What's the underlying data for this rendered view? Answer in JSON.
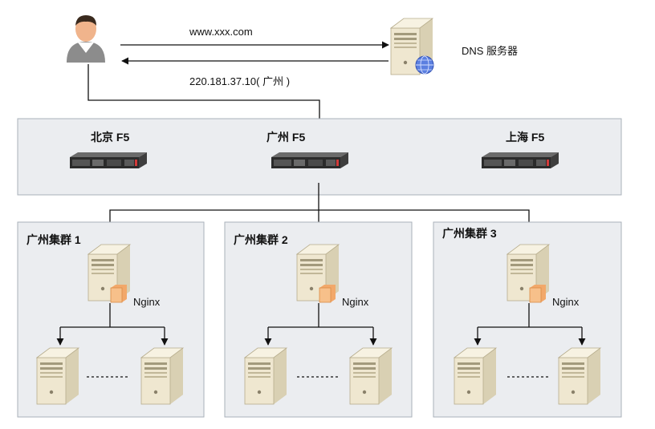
{
  "request": {
    "domain": "www.xxx.com",
    "response": "220.181.37.10( 广州 )"
  },
  "dns": {
    "label": "DNS 服务器"
  },
  "f5": {
    "beijing": "北京 F5",
    "guangzhou": "广州 F5",
    "shanghai": "上海 F5"
  },
  "clusters": [
    {
      "title": "广州集群 1",
      "nginx": "Nginx"
    },
    {
      "title": "广州集群 2",
      "nginx": "Nginx"
    },
    {
      "title": "广州集群 3",
      "nginx": "Nginx"
    }
  ],
  "colors": {
    "panel": "#ebedf0",
    "panel_border": "#a9b1ba",
    "server": "#efe7d0",
    "nginx_badge": "#f2a86a",
    "line": "#111111"
  }
}
